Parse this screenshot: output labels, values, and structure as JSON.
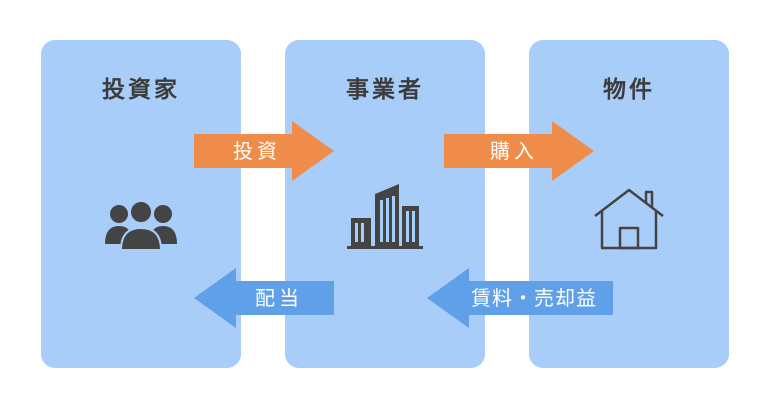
{
  "panels": {
    "investor": {
      "title": "投資家",
      "icon": "people-group-icon"
    },
    "business": {
      "title": "事業者",
      "icon": "office-building-icon"
    },
    "property": {
      "title": "物件",
      "icon": "house-icon"
    }
  },
  "arrows": {
    "investment": {
      "label": "投資",
      "direction": "right",
      "color": "#f08c4a"
    },
    "purchase": {
      "label": "購入",
      "direction": "right",
      "color": "#f08c4a"
    },
    "dividend": {
      "label": "配当",
      "direction": "left",
      "color": "#5fa0e8"
    },
    "income": {
      "label": "賃料・売却益",
      "direction": "left",
      "color": "#5fa0e8"
    }
  },
  "colors": {
    "panel": "#a9cdf9",
    "icon": "#444444",
    "title": "#3c3c3c"
  }
}
